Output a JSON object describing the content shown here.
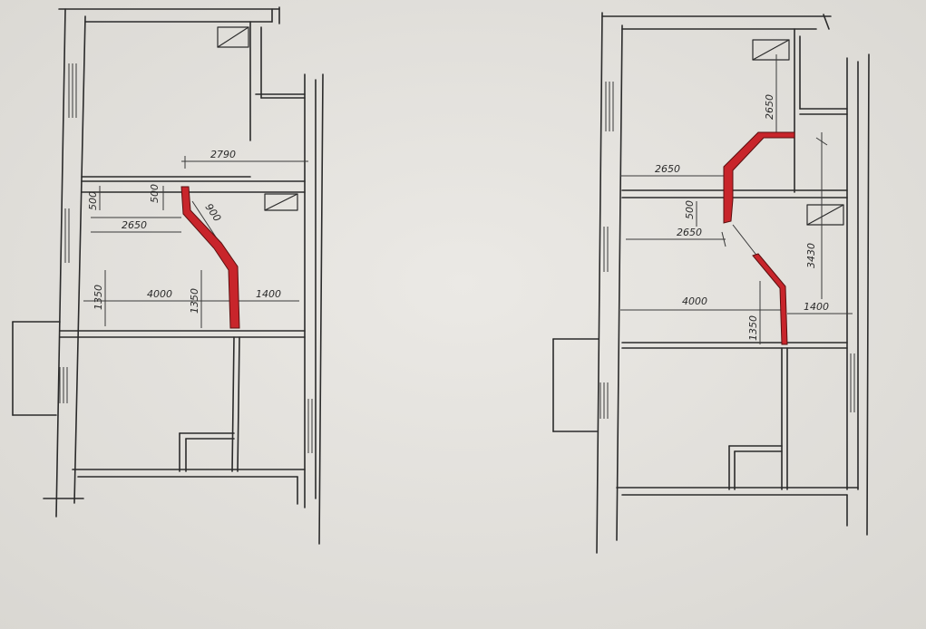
{
  "left_plan": {
    "dims": {
      "d2790": "2790",
      "d500a": "500",
      "d500b": "500",
      "d900": "900",
      "d2650": "2650",
      "d1350a": "1350",
      "d4000": "4000",
      "d1350b": "1350",
      "d1400": "1400"
    }
  },
  "right_plan": {
    "dims": {
      "d2650a": "2650",
      "d2650b": "2650",
      "d500": "500",
      "d2650c": "2650",
      "d3430": "3430",
      "d4000": "4000",
      "d1350": "1350",
      "d1400": "1400"
    }
  },
  "colors": {
    "paper": "#e6e4df",
    "ink": "#2b2b2b",
    "new_partition": "#c8252b"
  }
}
